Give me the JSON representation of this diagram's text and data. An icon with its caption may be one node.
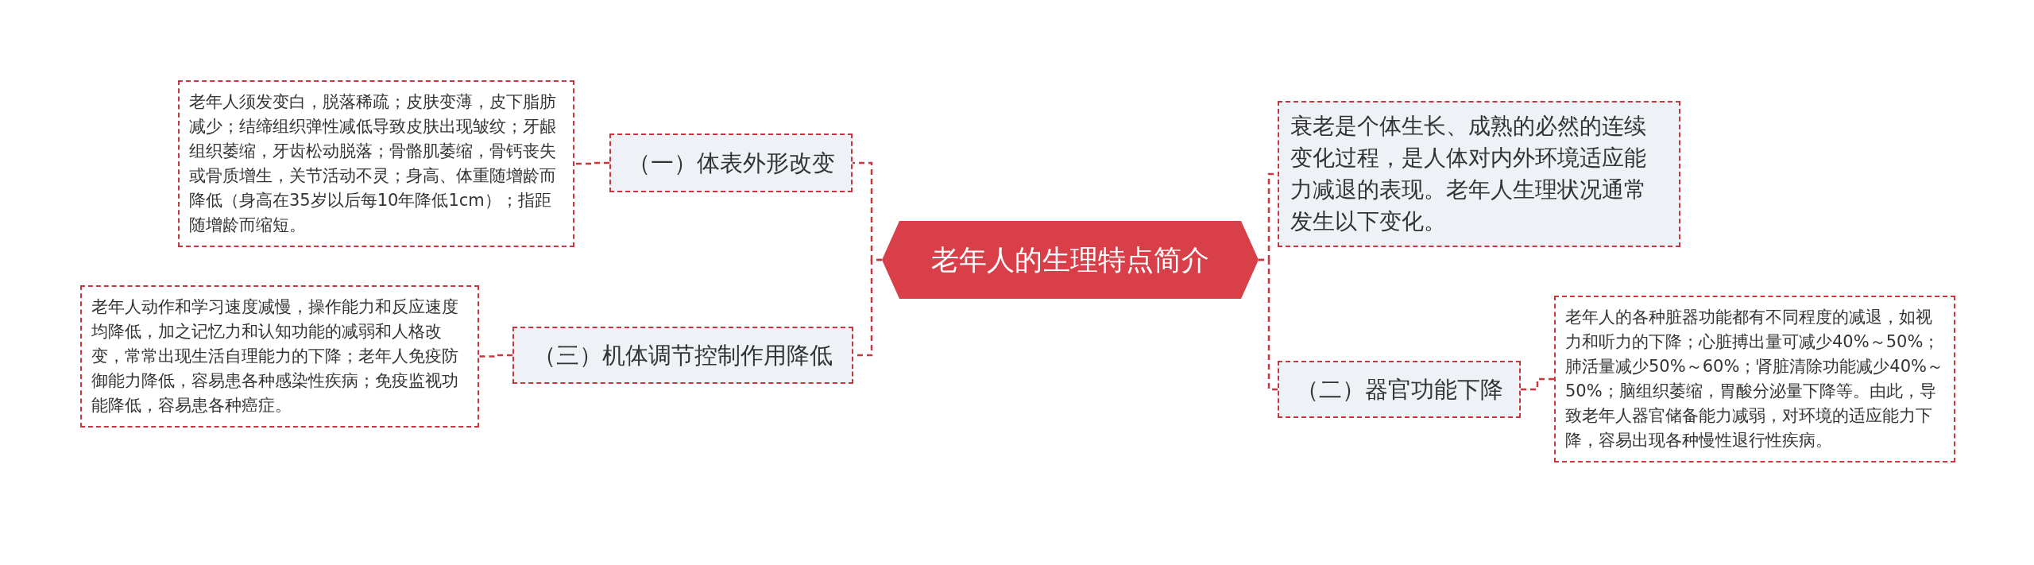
{
  "diagram": {
    "nodes": [
      {
        "text": [
          "老年人的生理特点简介"
        ]
      },
      {
        "text": [
          "（一）体表外形改变"
        ]
      },
      {
        "text": [
          "老年人须发变白，脱落稀疏；皮肤变薄，皮下脂肪减少；结缔组织弹性减低导致皮肤出现皱纹；牙龈组织萎缩，牙齿松动脱落；骨骼肌萎缩，骨钙丧失或骨质增生，关节活动不灵；身高、体重随增龄而降低（身高在35岁以后每10年降低1cm）；指距随增龄而缩短。"
        ]
      },
      {
        "text": [
          "（三）机体调节控制作用降低"
        ]
      },
      {
        "text": [
          "老年人动作和学习速度减慢，操作能力和反应速度均降低，加之记忆力和认知功能的减弱和人格改变，常常出现生活自理能力的下降；老年人免疫防御能力降低，容易患各种感染性疾病；免疫监视功能降低，容易患各种癌症。"
        ]
      },
      {
        "text": [
          "衰老是个体生长、成熟的必然的连续变化过程，是人体对内外环境适应能力减退的表现。老年人生理状况通常发生以下变化。"
        ]
      },
      {
        "text": [
          "（二）器官功能下降"
        ]
      },
      {
        "text": [
          "老年人的各种脏器功能都有不同程度的减退，如视力和听力的下降；心脏搏出量可减少40%～50%；肺活量减少50%～60%；肾脏清除功能减少40%～50%；脑组织萎缩，胃酸分泌量下降等。由此，导致老年人器官储备能力减弱，对环境的适应能力下降，容易出现各种慢性退行性疾病。"
        ]
      }
    ],
    "edges": [
      {
        "from": 0,
        "to": 1,
        "arrow": "none"
      },
      {
        "from": 1,
        "to": 2,
        "arrow": "none"
      },
      {
        "from": 0,
        "to": 3,
        "arrow": "none"
      },
      {
        "from": 3,
        "to": 4,
        "arrow": "none"
      },
      {
        "from": 0,
        "to": 5,
        "arrow": "none"
      },
      {
        "from": 0,
        "to": 6,
        "arrow": "none"
      },
      {
        "from": 6,
        "to": 7,
        "arrow": "none"
      }
    ]
  }
}
